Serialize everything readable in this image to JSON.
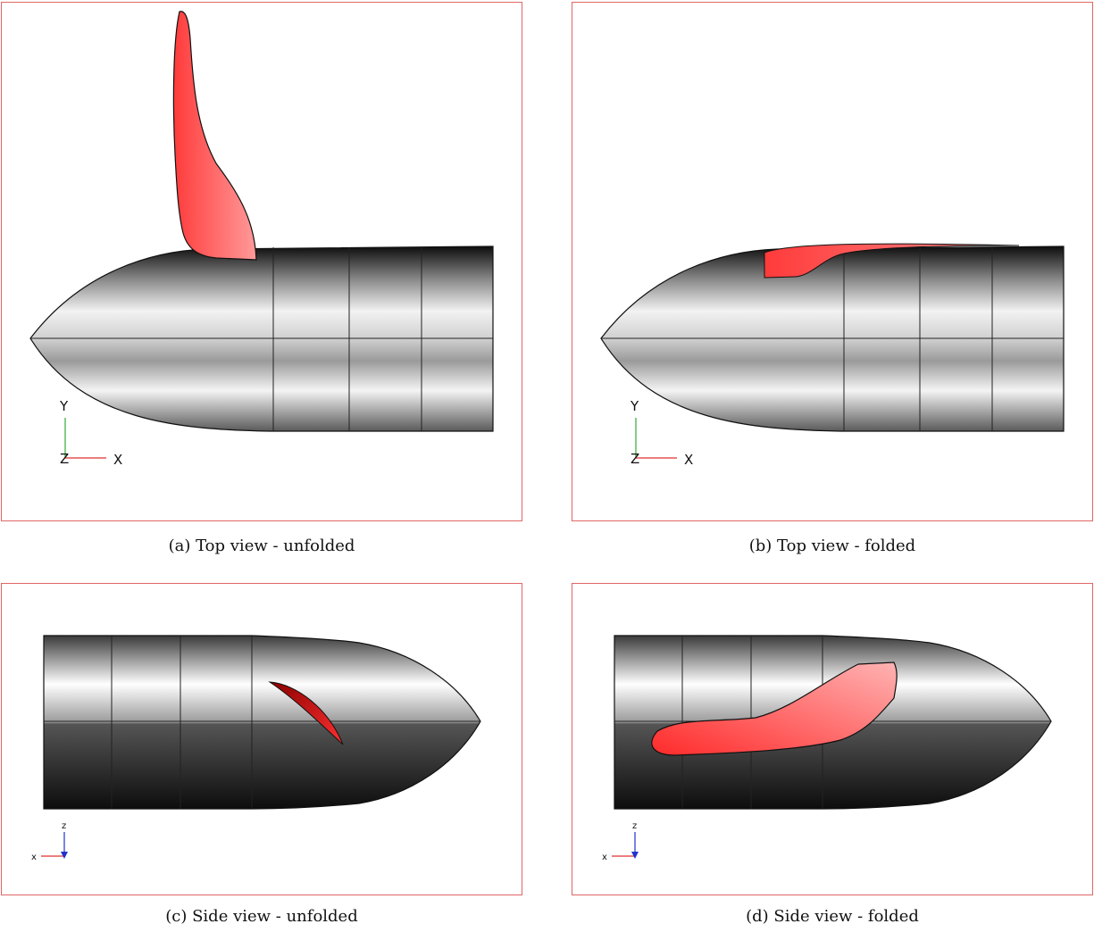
{
  "figures": [
    {
      "id": "a",
      "caption": "(a)  Top view - unfolded",
      "axes": {
        "vertical": "Y",
        "horizontal": "X",
        "origin": "Z"
      }
    },
    {
      "id": "b",
      "caption": "(b)  Top view - folded",
      "axes": {
        "vertical": "Y",
        "horizontal": "X",
        "origin": "Z"
      }
    },
    {
      "id": "c",
      "caption": "(c)  Side view - unfolded",
      "axes": {
        "vertical": "z",
        "horizontal": "x"
      }
    },
    {
      "id": "d",
      "caption": "(d)  Side view - folded",
      "axes": {
        "vertical": "z",
        "horizontal": "x"
      }
    }
  ],
  "colors": {
    "border": "#e06666",
    "fin": "#ff4d4d",
    "body_dark": "#1a1a1a",
    "body_light": "#ffffff",
    "axis_x": "#e03030",
    "axis_y": "#33aa33",
    "axis_z": "#2233cc"
  }
}
